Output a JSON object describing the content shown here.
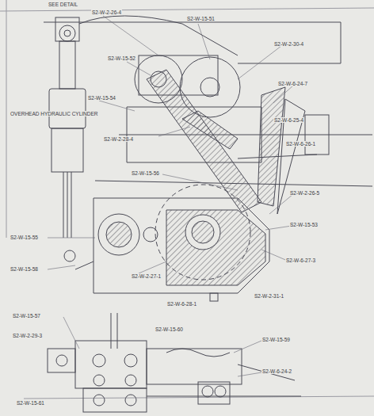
{
  "diagram": {
    "labels": [
      "SEE DETAIL",
      "S2-W-2-26-4",
      "S2-W-15-51",
      "S2-W-2-30-4",
      "S2-W-6-24-7",
      "S2-W-15-52",
      "S2-W-6-25-4",
      "OVERHEAD HYDRAULIC CYLINDER",
      "S2-W-15-54",
      "S2-W-2-28-4",
      "S2-W-15-56",
      "S2-W-6-26-1",
      "S2-W-2-26-5",
      "S2-W-15-53",
      "S2-W-6-27-3",
      "S2-W-2-27-1",
      "S2-W-15-55",
      "S2-W-15-58",
      "S2-W-6-28-1",
      "S2-W-15-57",
      "S2-W-2-29-3",
      "S2-W-15-59",
      "S2-W-6-24-2",
      "S2-W-15-60",
      "S2-W-2-31-1",
      "S2-W-15-61"
    ]
  }
}
